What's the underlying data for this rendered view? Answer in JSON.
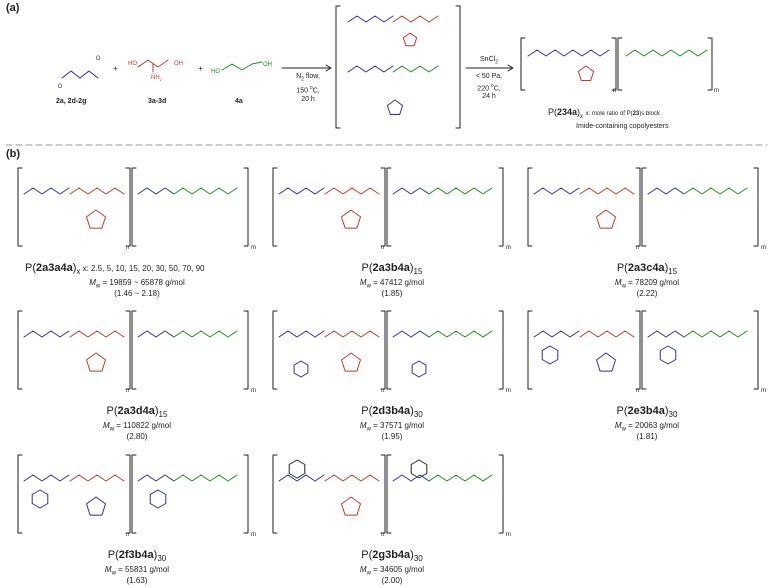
{
  "panel_a": {
    "label": "(a)",
    "reagents": [
      {
        "label": "2a, 2d-2g"
      },
      {
        "label": "3a-3d"
      },
      {
        "label": "4a"
      }
    ],
    "reagent_text": {
      "ho": "HO",
      "oh": "OH",
      "nh2": "NH",
      "nh2_sub": "2"
    },
    "plus": "+",
    "step1": {
      "line1": "N",
      "line1_sub": "2",
      "line1_tail": " flow,",
      "line2": "150 ",
      "line2_sup": "o",
      "line2_tail": "C,",
      "line3": "20 h"
    },
    "step2": {
      "line1": "SnCl",
      "line1_sub": "2",
      "line2": "< 50 Pa,",
      "line3": "220 ",
      "line3_sup": "o",
      "line3_tail": "C,",
      "line4": "24 h"
    },
    "product": {
      "name_prefix": "P(",
      "name_bold": "234a",
      "name_suffix": ")",
      "name_sub": "x",
      "note": "x: mole ratio of P(",
      "note_bold": "23",
      "note_tail": ")s block",
      "caption": "Imide-containing copolyesters"
    },
    "repeat_n": "n",
    "repeat_m": "m"
  },
  "panel_b": {
    "label": "(b)",
    "polymers": [
      {
        "pre": "P(",
        "bold": "2a3a4a",
        "post": ")",
        "sub": "x",
        "extra": "  x: 2.5, 5, 10, 15, 20, 30, 50, 70, 90",
        "mw_label": "M",
        "mw_sub": "w",
        "mw_value": " = 19859 ~ 65878 g/mol",
        "disp": "(1.46 ~ 2.18)"
      },
      {
        "pre": "P(",
        "bold": "2a3b4a",
        "post": ")",
        "sub": "15",
        "extra": "",
        "mw_label": "M",
        "mw_sub": "w",
        "mw_value": " = 47412 g/mol",
        "disp": "(1.85)"
      },
      {
        "pre": "P(",
        "bold": "2a3c4a",
        "post": ")",
        "sub": "15",
        "extra": "",
        "mw_label": "M",
        "mw_sub": "w",
        "mw_value": " = 78209 g/mol",
        "disp": "(2.22)"
      },
      {
        "pre": "P(",
        "bold": "2a3d4a",
        "post": ")",
        "sub": "15",
        "extra": "",
        "mw_label": "M",
        "mw_sub": "w",
        "mw_value": " = 110822 g/mol",
        "disp": "(2.80)"
      },
      {
        "pre": "P(",
        "bold": "2d3b4a",
        "post": ")",
        "sub": "30",
        "extra": "",
        "mw_label": "M",
        "mw_sub": "w",
        "mw_value": " = 37571 g/mol",
        "disp": "(1.95)"
      },
      {
        "pre": "P(",
        "bold": "2e3b4a",
        "post": ")",
        "sub": "30",
        "extra": "",
        "mw_label": "M",
        "mw_sub": "w",
        "mw_value": " = 20063 g/mol",
        "disp": "(1.81)"
      },
      {
        "pre": "P(",
        "bold": "2f3b4a",
        "post": ")",
        "sub": "30",
        "extra": "",
        "mw_label": "M",
        "mw_sub": "w",
        "mw_value": " = 55831 g/mol",
        "disp": "(1.63)"
      },
      {
        "pre": "P(",
        "bold": "2g3b4a",
        "post": ")",
        "sub": "30",
        "extra": "",
        "mw_label": "M",
        "mw_sub": "w",
        "mw_value": " = 34605 g/mol",
        "disp": "(2.00)"
      }
    ]
  },
  "colors": {
    "acid": "#2e2e9e",
    "diol": "#c0392b",
    "butanediol": "#1f8a1f",
    "ink": "#222222",
    "divider": "#9a9a9a"
  }
}
